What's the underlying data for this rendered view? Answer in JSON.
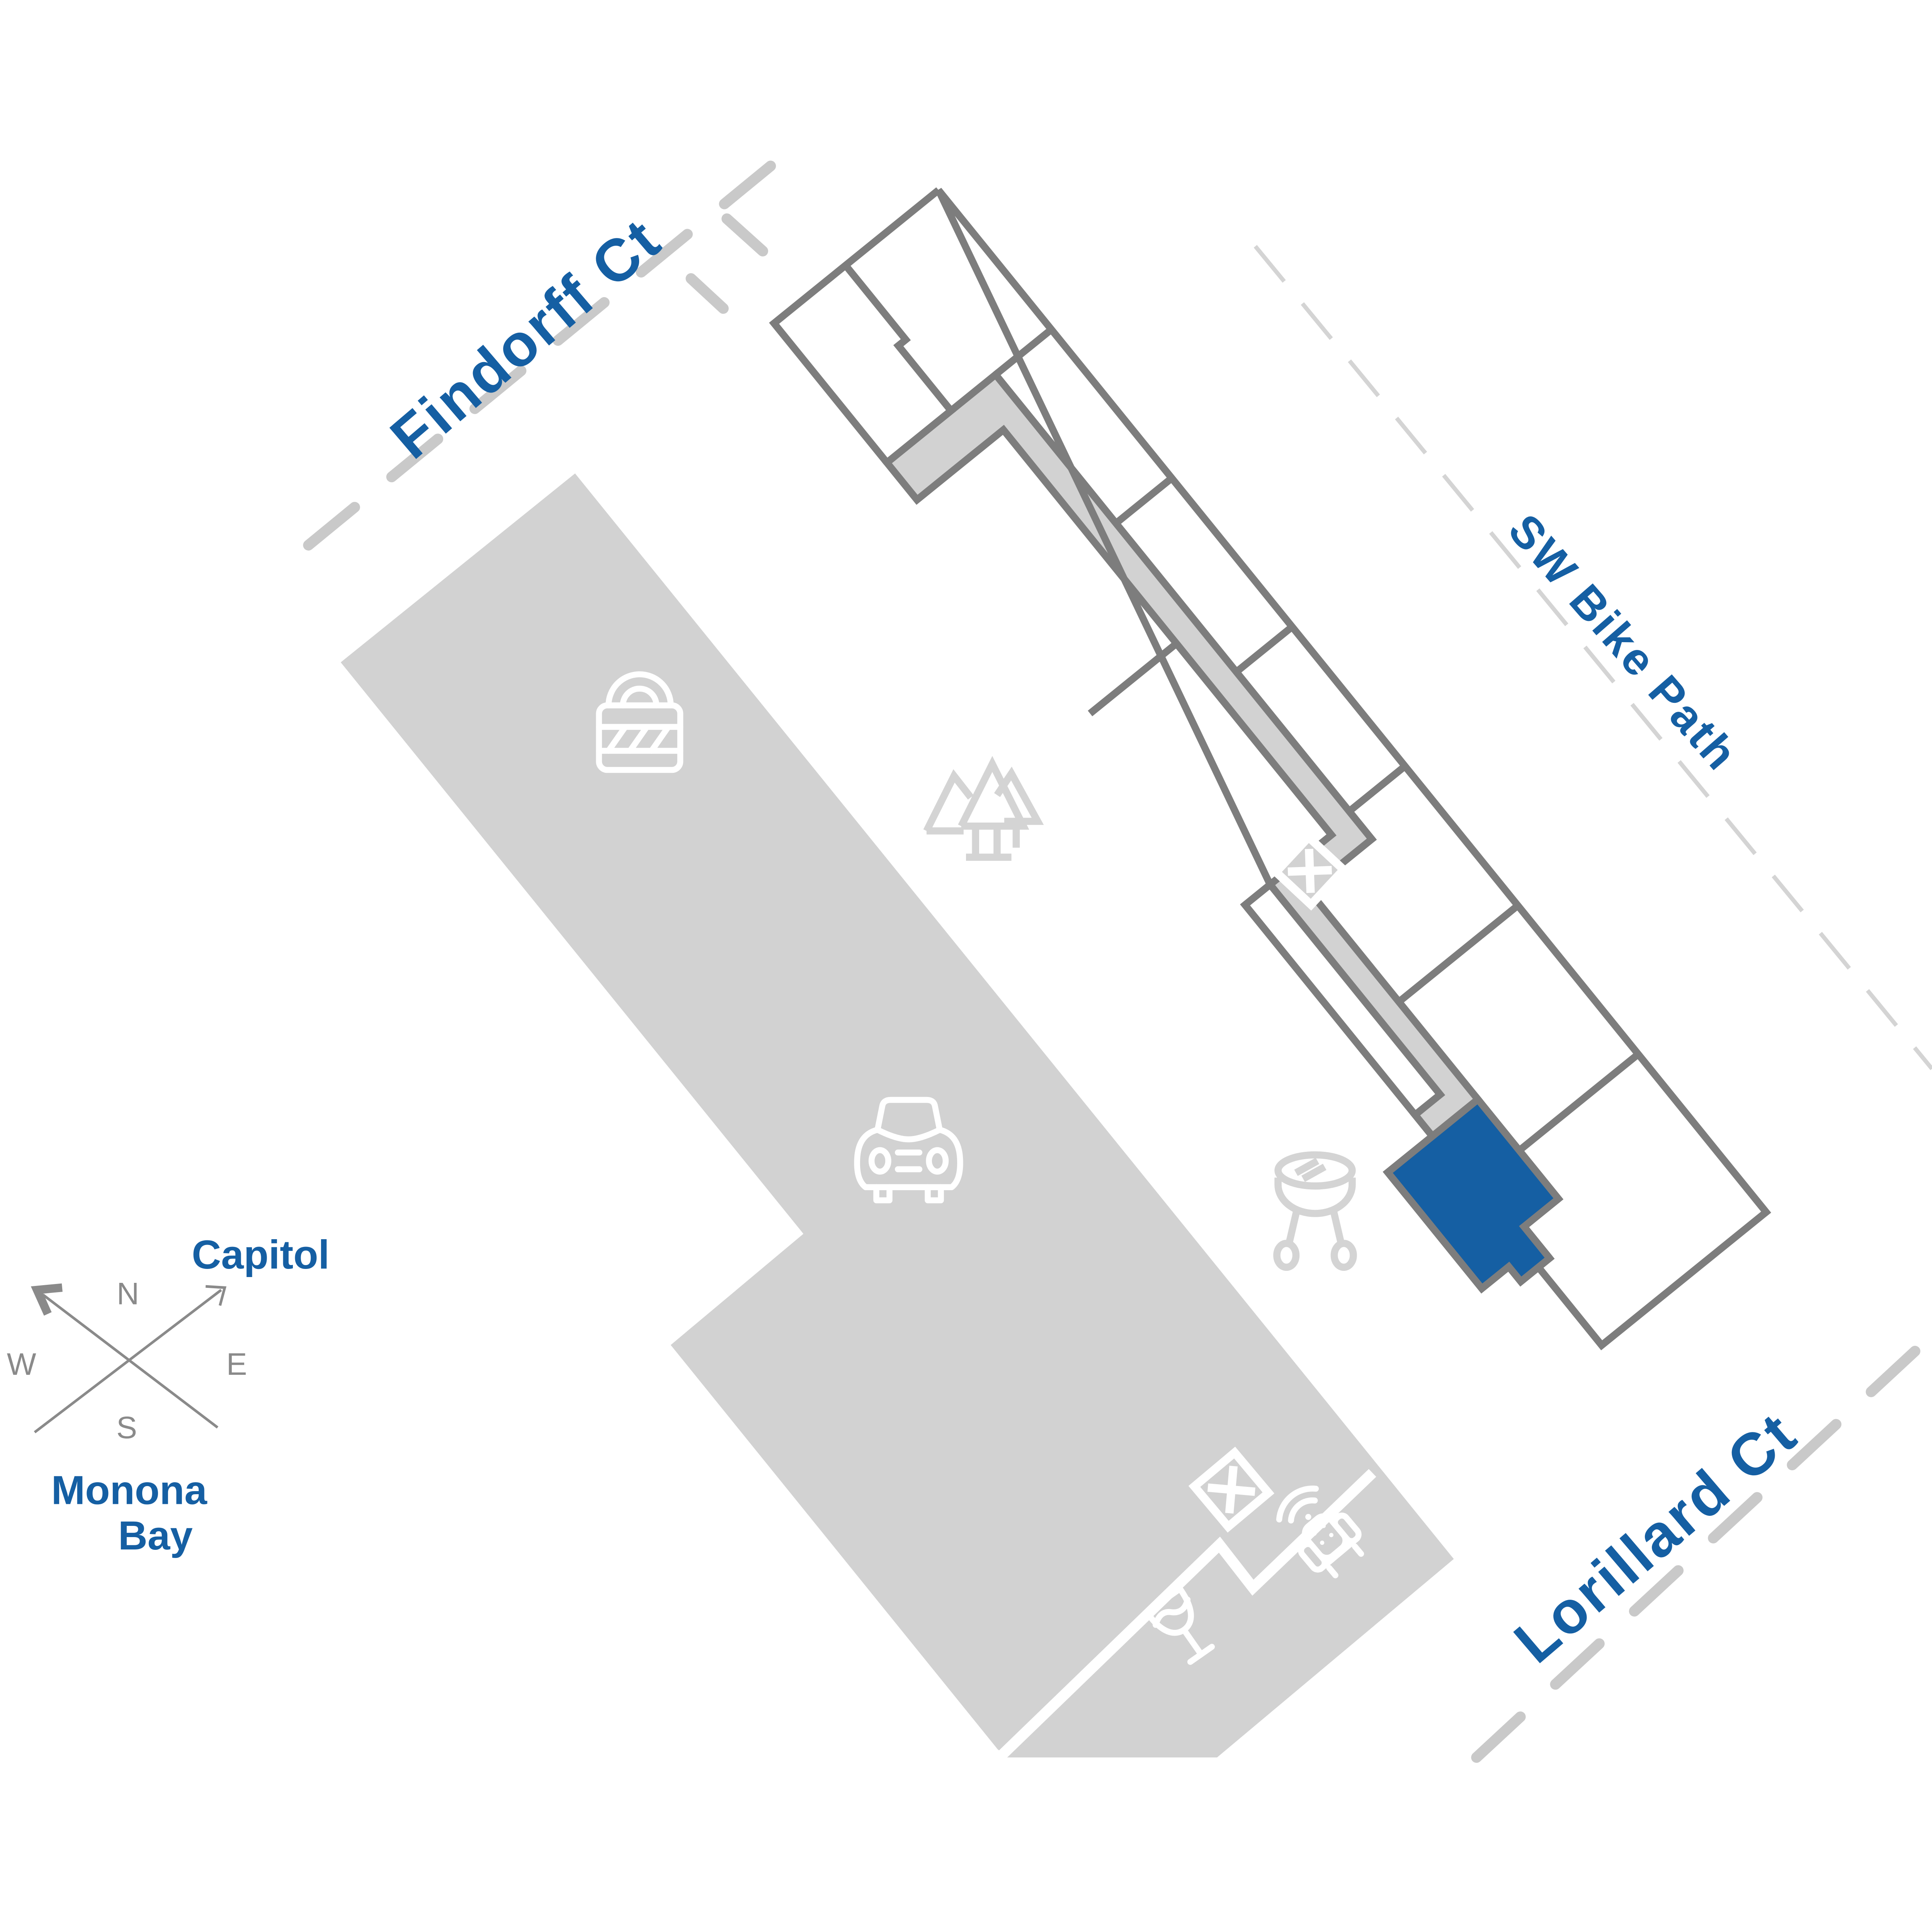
{
  "map": {
    "streets": {
      "findorff": "Findorff Ct",
      "bike_path": "SW Bike Path",
      "lorillard": "Lorillard Ct"
    },
    "landmarks": {
      "capitol": "Capitol",
      "monona_line1": "Monona",
      "monona_line2": "Bay"
    },
    "compass": {
      "north": "N",
      "south": "S",
      "east": "E",
      "west": "W"
    },
    "icons": [
      "lock-icon",
      "car-icon",
      "trees-icon",
      "grill-icon",
      "stairs-x-icon-building",
      "stairs-x-icon-amenity",
      "massage-chair-wifi-icon",
      "wine-glass-icon"
    ],
    "colors": {
      "accent_blue": "#155fa3",
      "highlight_unit_fill": "#155fa3",
      "site_gray": "#d2d2d2",
      "wall_gray": "#7d7d7d",
      "street_dash_gray": "#c9c9c9",
      "compass_gray": "#8a8a8a",
      "background": "#ffffff"
    },
    "highlighted_unit": "selected-unit"
  }
}
